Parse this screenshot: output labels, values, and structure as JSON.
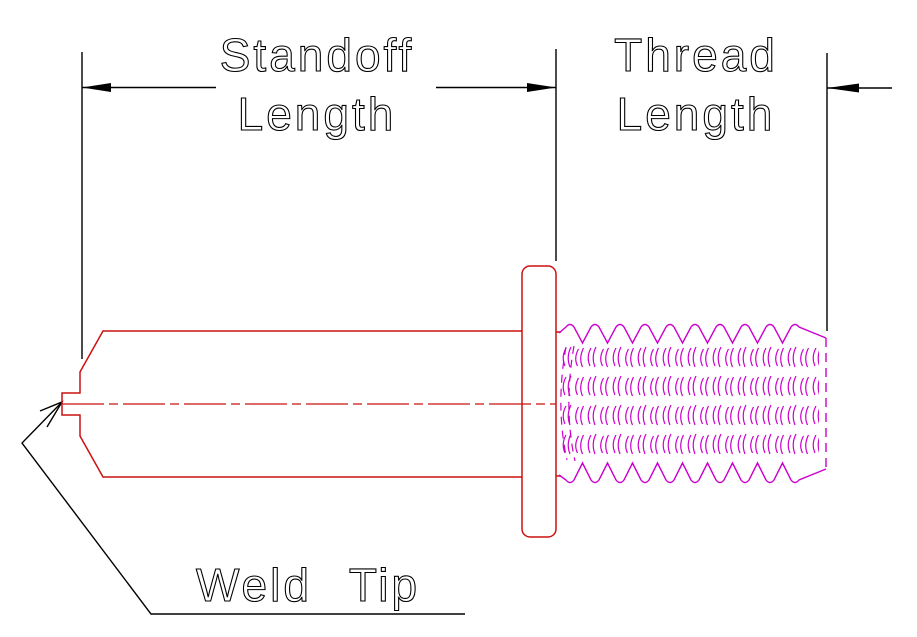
{
  "drawing": {
    "kind": "weld-stud-dimension-diagram",
    "labels": {
      "standoff": {
        "line1": "Standoff",
        "line2": "Length"
      },
      "thread": {
        "line1": "Thread",
        "line2": "Length"
      },
      "weld_tip": "Weld Tip"
    }
  },
  "colors": {
    "annotation": "#000000",
    "outline": "#cc1111",
    "thread": "#cc00cc",
    "background": "#ffffff"
  }
}
